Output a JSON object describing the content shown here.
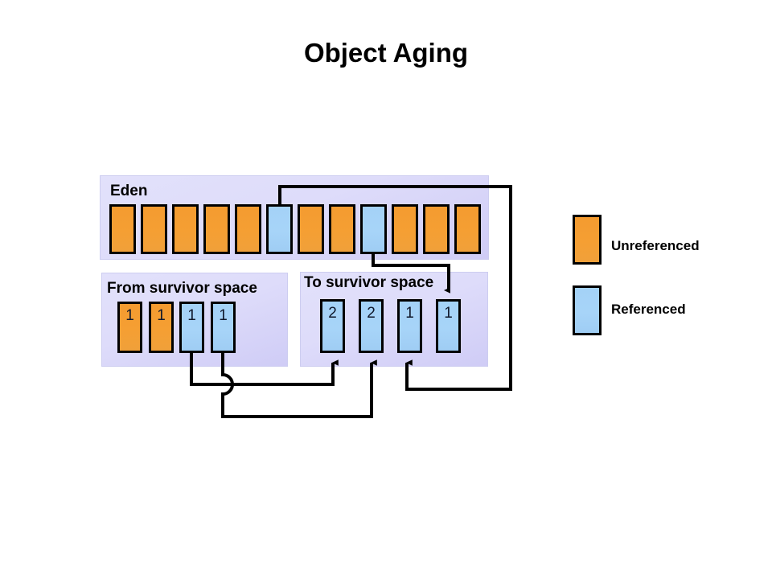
{
  "page": {
    "title": "Object Aging",
    "background_color": "#ffffff"
  },
  "colors": {
    "unreferenced": "#f59f33",
    "referenced": "#a4d2f7",
    "region_fill": "#dddbfa",
    "stroke": "#000000"
  },
  "regions": {
    "eden": {
      "label": "Eden",
      "cells": [
        {
          "state": "unreferenced",
          "age": ""
        },
        {
          "state": "unreferenced",
          "age": ""
        },
        {
          "state": "unreferenced",
          "age": ""
        },
        {
          "state": "unreferenced",
          "age": ""
        },
        {
          "state": "unreferenced",
          "age": ""
        },
        {
          "state": "referenced",
          "age": ""
        },
        {
          "state": "unreferenced",
          "age": ""
        },
        {
          "state": "unreferenced",
          "age": ""
        },
        {
          "state": "referenced",
          "age": ""
        },
        {
          "state": "unreferenced",
          "age": ""
        },
        {
          "state": "unreferenced",
          "age": ""
        },
        {
          "state": "unreferenced",
          "age": ""
        }
      ]
    },
    "from_survivor": {
      "label": "From survivor  space",
      "cells": [
        {
          "state": "unreferenced",
          "age": "1"
        },
        {
          "state": "unreferenced",
          "age": "1"
        },
        {
          "state": "referenced",
          "age": "1"
        },
        {
          "state": "referenced",
          "age": "1"
        }
      ]
    },
    "to_survivor": {
      "label": "To survivor  space",
      "cells": [
        {
          "state": "referenced",
          "age": "2"
        },
        {
          "state": "referenced",
          "age": "2"
        },
        {
          "state": "referenced",
          "age": "1"
        },
        {
          "state": "referenced",
          "age": "1"
        }
      ]
    }
  },
  "legend": {
    "items": [
      {
        "swatch": "unreferenced",
        "label": "Unreferenced"
      },
      {
        "swatch": "referenced",
        "label": "Referenced"
      }
    ]
  },
  "flows": [
    {
      "from": "from_survivor.cells.2",
      "to": "to_survivor.cells.0",
      "note": "aged to 2"
    },
    {
      "from": "from_survivor.cells.3",
      "to": "to_survivor.cells.1",
      "note": "aged to 2"
    },
    {
      "from": "eden.cells.5",
      "to": "to_survivor.cells.2",
      "note": "promoted age 1"
    },
    {
      "from": "eden.cells.8",
      "to": "to_survivor.cells.3",
      "note": "promoted age 1"
    }
  ]
}
